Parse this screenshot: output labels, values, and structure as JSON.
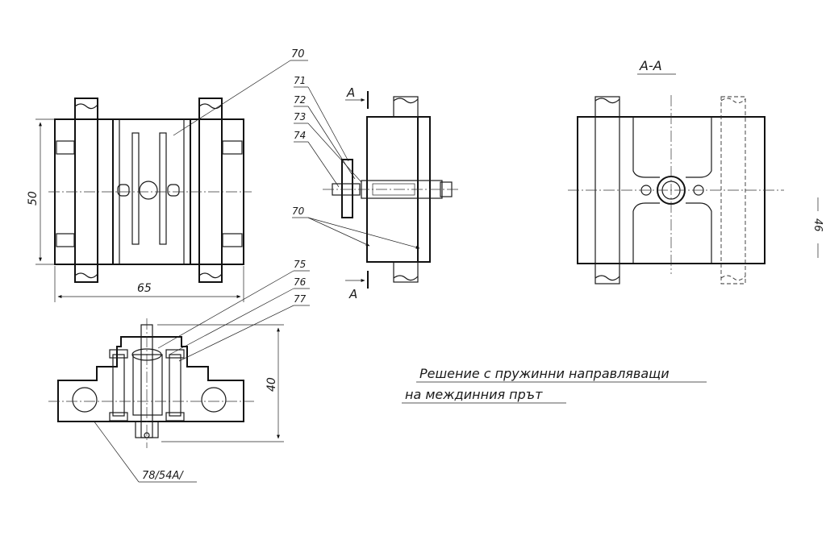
{
  "callouts": {
    "c70_top": "70",
    "c71": "71",
    "c72": "72",
    "c73": "73",
    "c74": "74",
    "c70_mid": "70",
    "c75": "75",
    "c76": "76",
    "c77": "77",
    "c78": "78/54A/"
  },
  "dimensions": {
    "height_50": "50",
    "width_65": "65",
    "height_40": "40"
  },
  "section": {
    "label": "A-A",
    "marker_top": "A",
    "marker_bottom": "A"
  },
  "caption": {
    "line1": "Решение с пружинни направляващи",
    "line2": "на междинния прът"
  },
  "page_number": "46"
}
